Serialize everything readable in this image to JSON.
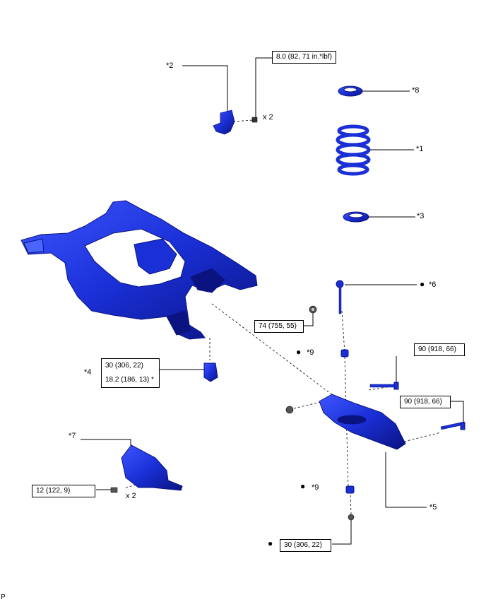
{
  "callouts": {
    "c1": "*1",
    "c2": "*2",
    "c3": "*3",
    "c4": "*4",
    "c5": "*5",
    "c6": "*6",
    "c7": "*7",
    "c8": "*8",
    "c9a": "*9",
    "c9b": "*9"
  },
  "bullet": "●",
  "qty_x2": "x 2",
  "torque": {
    "t_8_0": "8.0 (82, 71 in.*lbf)",
    "t_74": "74 (755, 55)",
    "t_30_upper": "30 (306, 22)",
    "t_18_2": "18.2 (186, 13) *",
    "t_90_upper": "90 (918, 66)",
    "t_90_lower": "90 (918, 66)",
    "t_12": "12 (122, 9)",
    "t_30_lower": "30 (306, 22)"
  },
  "footer_code": "P",
  "colors": {
    "part": "#1a2fd6",
    "part_dark": "#0a1380",
    "part_light": "#4a64ff"
  }
}
